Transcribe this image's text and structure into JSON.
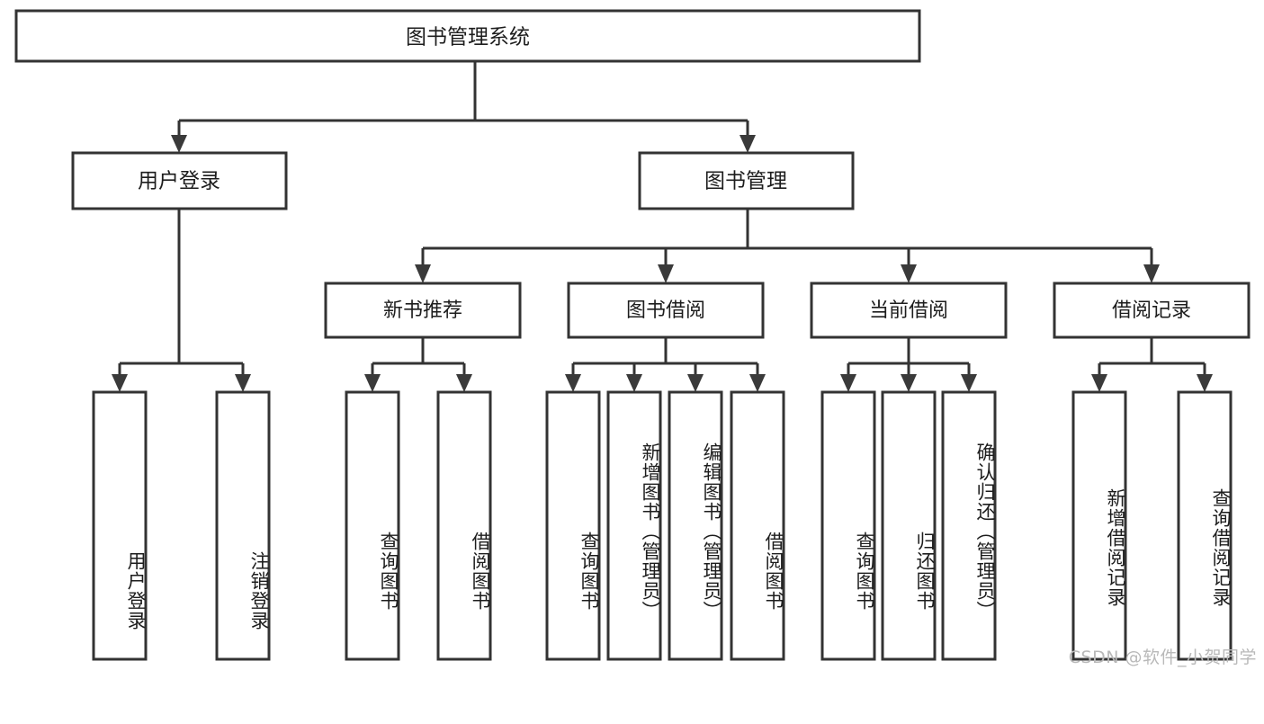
{
  "diagram": {
    "title": "图书管理系统",
    "type": "hierarchy-tree",
    "watermark": "CSDN @软件_小贺同学",
    "colors": {
      "background": "#ffffff",
      "stroke": "#333333",
      "text": "#1d1d1d",
      "watermark": "#b9b9b9"
    },
    "root": {
      "label": "图书管理系统"
    },
    "level2": [
      {
        "label": "用户登录"
      },
      {
        "label": "图书管理"
      }
    ],
    "level3": [
      {
        "label": "新书推荐"
      },
      {
        "label": "图书借阅"
      },
      {
        "label": "当前借阅"
      },
      {
        "label": "借阅记录"
      }
    ],
    "leaves": {
      "user_login": [
        {
          "label": "用户登录"
        },
        {
          "label": "注销登录"
        }
      ],
      "new_book_recommend": [
        {
          "label": "查询图书"
        },
        {
          "label": "借阅图书"
        }
      ],
      "book_borrow": [
        {
          "label": "查询图书"
        },
        {
          "label": "新增图书（管理员）"
        },
        {
          "label": "编辑图书（管理员）"
        },
        {
          "label": "借阅图书"
        }
      ],
      "current_borrow": [
        {
          "label": "查询图书"
        },
        {
          "label": "归还图书"
        },
        {
          "label": "确认归还（管理员）"
        }
      ],
      "borrow_record": [
        {
          "label": "新增借阅记录"
        },
        {
          "label": "查询借阅记录"
        }
      ]
    }
  }
}
